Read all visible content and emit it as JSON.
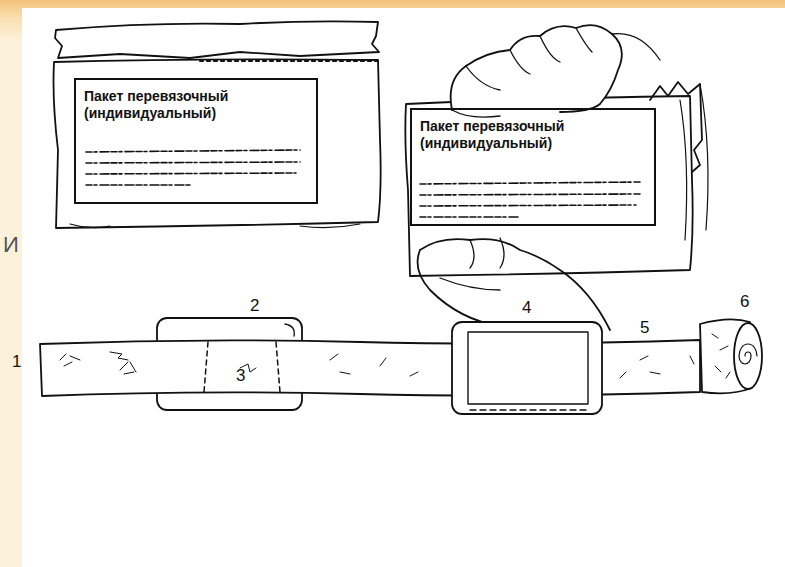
{
  "diagram": {
    "nodes": [
      {
        "text": [
          "Пакет перевязочный (индивидуальный)"
        ]
      },
      {
        "text": [
          "Пакет перевязочный (индивидуальный)"
        ]
      }
    ],
    "labels": [
      "И",
      "1",
      "2",
      "3",
      "4",
      "5",
      "6"
    ]
  }
}
